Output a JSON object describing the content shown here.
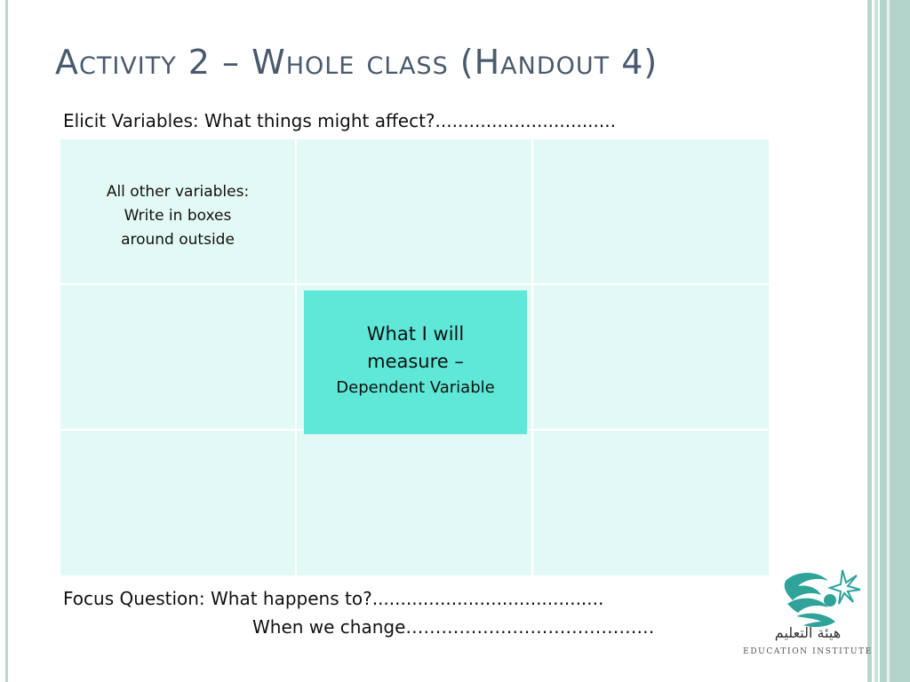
{
  "slide": {
    "title": "Activity 2 – Whole class (Handout 4)",
    "elicit_line": "Elicit Variables: What things might affect?................................",
    "grid": {
      "top_left_note": [
        "All other variables:",
        "Write in boxes",
        "around outside"
      ],
      "center_box": {
        "line1": "What I will",
        "line2": "measure –",
        "line3": "Dependent Variable"
      }
    },
    "focus_line": "Focus Question: What happens to?.........................................",
    "change_line": "When we change……………………………………"
  },
  "logo": {
    "arabic_text": "هيئة التعليم",
    "english_text": "EDUCATION INSTITUTE"
  },
  "colors": {
    "title": "#4a5a6e",
    "cell_bg": "#e3f9f5",
    "center_box_bg": "#5fe8d7",
    "stripe": "#b3d4cb",
    "logo_teal": "#2fa39a"
  }
}
